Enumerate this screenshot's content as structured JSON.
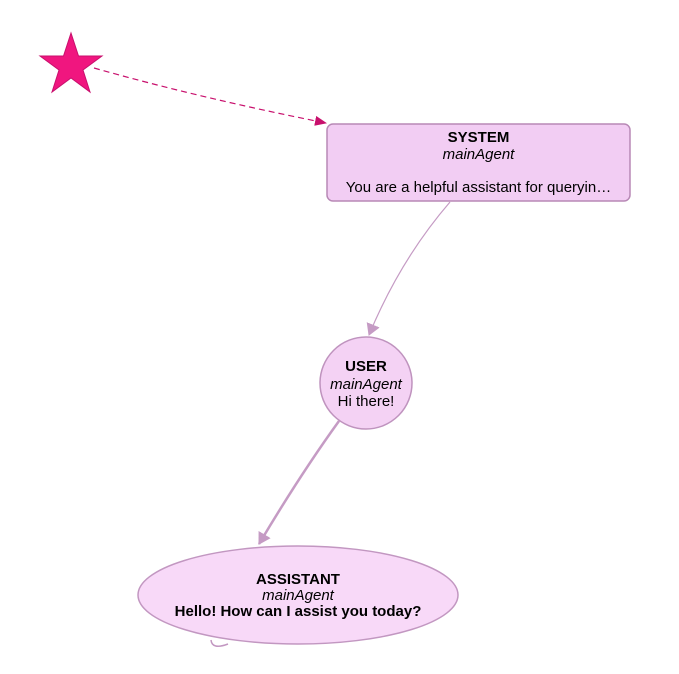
{
  "colors": {
    "start_star": "#f0167f",
    "start_edge": "#c8106d",
    "system_fill": "#f2cdf3",
    "system_stroke": "#b889b6",
    "user_fill": "#f4d2f4",
    "user_stroke": "#bf93be",
    "assistant_fill": "#f8d9f8",
    "assistant_stroke": "#c297c1",
    "edge": "#c59bc4"
  },
  "icons": {
    "start": "star-icon"
  },
  "nodes": {
    "system": {
      "role": "SYSTEM",
      "agent": "mainAgent",
      "message": "You are a helpful assistant for queryin…"
    },
    "user": {
      "role": "USER",
      "agent": "mainAgent",
      "message": "Hi there!"
    },
    "assistant": {
      "role": "ASSISTANT",
      "agent": "mainAgent",
      "message": "Hello! How can I assist you today?"
    }
  }
}
